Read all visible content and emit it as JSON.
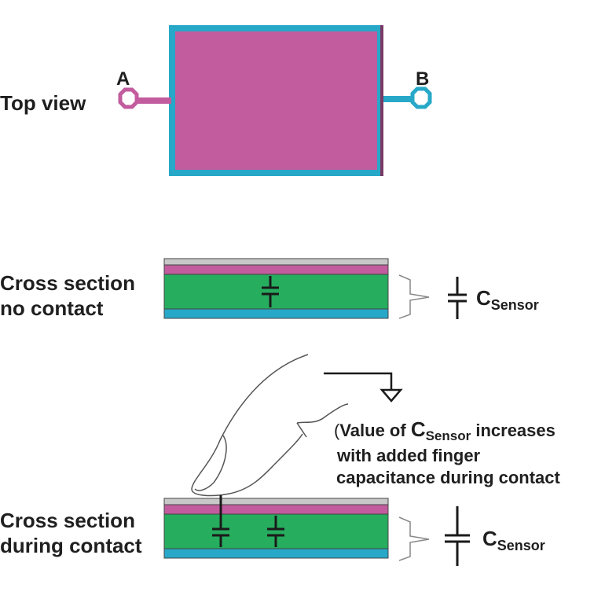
{
  "top_view": {
    "label": "Top view",
    "terminal_a": "A",
    "terminal_b": "B"
  },
  "cross_section_no_contact": {
    "label_line1": "Cross section",
    "label_line2": "no contact",
    "cap_symbol": "C",
    "cap_subscript": "Sensor"
  },
  "cross_section_contact": {
    "label_line1": "Cross section",
    "label_line2": "during contact",
    "cap_symbol": "C",
    "cap_subscript": "Sensor"
  },
  "note": {
    "paren": "(",
    "line1_prefix": "Value of ",
    "line1_symbol": "C",
    "line1_subscript": "Sensor",
    "line1_suffix": " increases",
    "line2": "with added finger",
    "line3": "capacitance during contact"
  },
  "colors": {
    "magenta": "#C25C9E",
    "cyan": "#27A8C8",
    "green": "#26AD5E",
    "gray": "#C8C8C8",
    "line": "#1a1a1a"
  }
}
